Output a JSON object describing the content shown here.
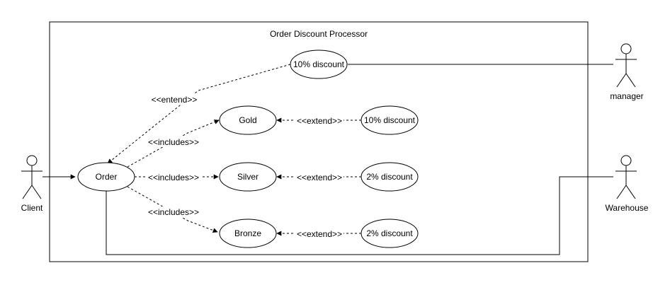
{
  "system": {
    "title": "Order Discount Processor"
  },
  "actors": {
    "client": "Client",
    "manager": "manager",
    "warehouse": "Warehouse"
  },
  "use_cases": {
    "order": "Order",
    "gold": "Gold",
    "silver": "Silver",
    "bronze": "Bronze",
    "manager_discount": "10% discount",
    "gold_discount": "10% discount",
    "silver_discount": "2% discount",
    "bronze_discount": "2% discount"
  },
  "relations": {
    "order_to_manager_discount": "<<entend>>",
    "order_to_gold": "<<includes>>",
    "order_to_silver": "<<includes>>",
    "order_to_bronze": "<<includes>>",
    "gold_extend": "<<extend>>",
    "silver_extend": "<<extend>>",
    "bronze_extend": "<<extend>>"
  }
}
